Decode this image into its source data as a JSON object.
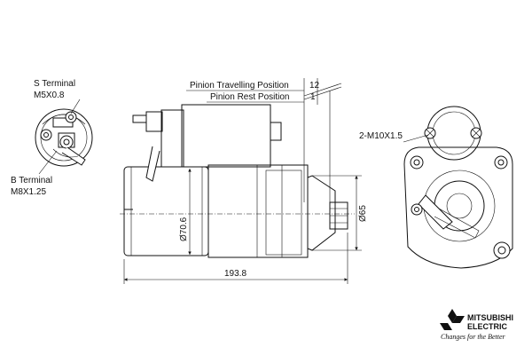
{
  "labels": {
    "s_terminal": "S Terminal",
    "s_terminal_thread": "M5X0.8",
    "b_terminal": "B Terminal",
    "b_terminal_thread": "M8X1.25",
    "pinion_travelling": "Pinion Travelling Position",
    "pinion_rest": "Pinion Rest Position",
    "mounting_bolts": "2-M10X1.5"
  },
  "dimensions": {
    "pinion_travelling": "12",
    "pinion_rest": "1",
    "diameter_motor": "Ø70.6",
    "diameter_nose": "Ø65",
    "overall_length": "193.8"
  },
  "logo": {
    "brand": "MITSUBISHI",
    "brand_line2": "ELECTRIC",
    "tagline": "Changes for the Better"
  }
}
